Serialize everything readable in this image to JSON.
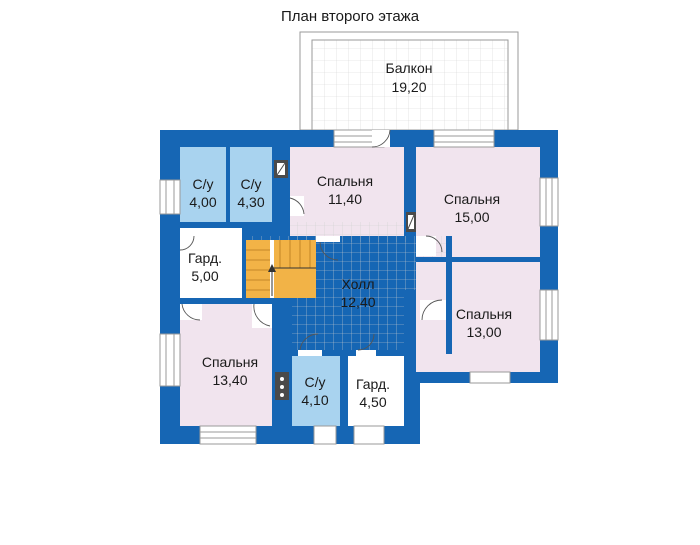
{
  "title": "План второго этажа",
  "colors": {
    "wall": "#1666b4",
    "room": "#f1e4ee",
    "bath": "#a9d3ef",
    "hall": "#ffffff",
    "stair": "#f2b347",
    "grid": "#c9c9c9"
  },
  "rooms": {
    "balcony": {
      "name": "Балкон",
      "area": "19,20"
    },
    "bath1": {
      "name": "С/у",
      "area": "4,00"
    },
    "bath2": {
      "name": "С/у",
      "area": "4,30"
    },
    "bedroom1": {
      "name": "Спальня",
      "area": "11,40"
    },
    "bedroom2": {
      "name": "Спальня",
      "area": "15,00"
    },
    "wardrobe1": {
      "name": "Гард.",
      "area": "5,00"
    },
    "hall": {
      "name": "Холл",
      "area": "12,40"
    },
    "bedroom3": {
      "name": "Спальня",
      "area": "13,00"
    },
    "bedroom4": {
      "name": "Спальня",
      "area": "13,40"
    },
    "bath3": {
      "name": "С/у",
      "area": "4,10"
    },
    "wardrobe2": {
      "name": "Гард.",
      "area": "4,50"
    }
  }
}
